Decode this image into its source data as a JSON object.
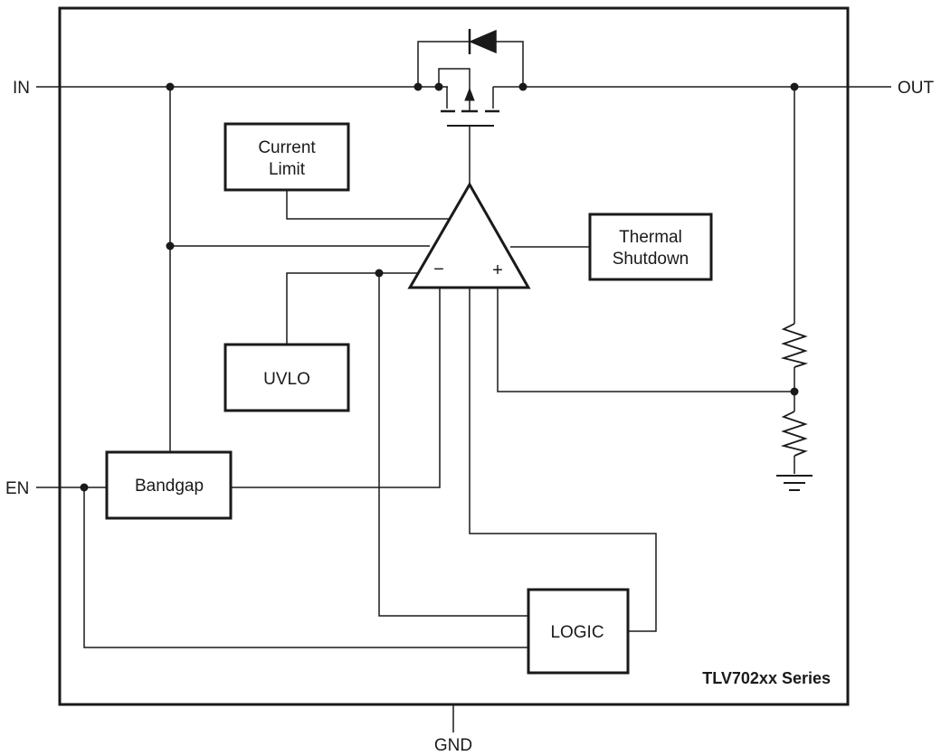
{
  "pins": {
    "in": "IN",
    "out": "OUT",
    "en": "EN",
    "gnd": "GND"
  },
  "blocks": {
    "current_limit": [
      "Current",
      "Limit"
    ],
    "thermal_shutdown": [
      "Thermal",
      "Shutdown"
    ],
    "uvlo": "UVLO",
    "bandgap": "Bandgap",
    "logic": "LOGIC"
  },
  "opamp": {
    "minus": "−",
    "plus": "+"
  },
  "series_label": "TLV702xx Series"
}
